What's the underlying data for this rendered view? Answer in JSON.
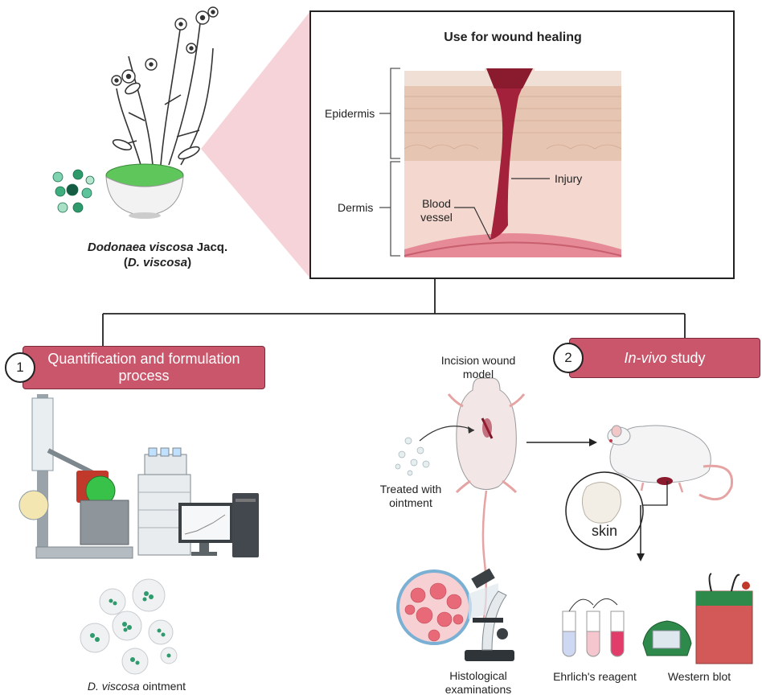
{
  "plant": {
    "name_italic": "Dodonaea viscosa",
    "name_suffix": " Jacq.",
    "abbr_open": "(",
    "abbr_italic": "D. viscosa",
    "abbr_close": ")"
  },
  "wound_panel": {
    "title": "Use for wound healing",
    "layer_epidermis": "Epidermis",
    "layer_dermis": "Dermis",
    "injury": "Injury",
    "blood_vessel_line1": "Blood",
    "blood_vessel_line2": "vessel"
  },
  "step1": {
    "number": "1",
    "title_line1": "Quantification and formulation",
    "title_line2": "process",
    "ointment_italic": "D. viscosa",
    "ointment_suffix": " ointment"
  },
  "step2": {
    "number": "2",
    "title_italic": "In-vivo",
    "title_suffix": " study",
    "model_line1": "Incision wound",
    "model_line2": "model",
    "treated_line1": "Treated with",
    "treated_line2": "ointment",
    "skin": "skin",
    "histo_line1": "Histological",
    "histo_line2": "examinations",
    "ehrlich": "Ehrlich's reagent",
    "western": "Western blot"
  },
  "colors": {
    "banner": "#c9566a",
    "wound": "#a3213a",
    "skin_top": "#e6c6b3",
    "dermis": "#f4d8cf",
    "pink_highlight": "#f6d3d8"
  }
}
